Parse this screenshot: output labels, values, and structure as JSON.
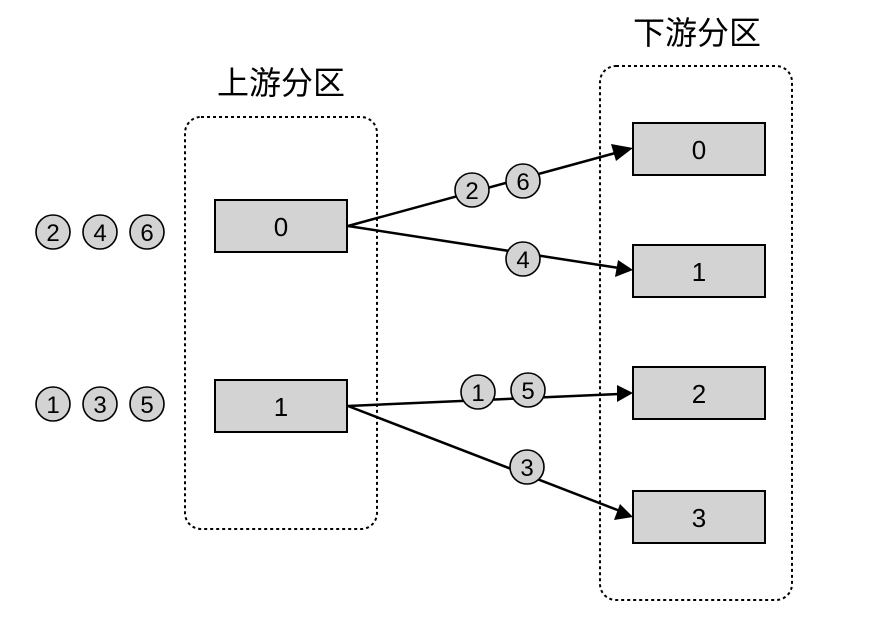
{
  "upstream": {
    "title": "上游分区",
    "partitions": [
      {
        "id": "up-0",
        "label": "0",
        "records": [
          "2",
          "4",
          "6"
        ]
      },
      {
        "id": "up-1",
        "label": "1",
        "records": [
          "1",
          "3",
          "5"
        ]
      }
    ]
  },
  "downstream": {
    "title": "下游分区",
    "partitions": [
      {
        "id": "down-0",
        "label": "0"
      },
      {
        "id": "down-1",
        "label": "1"
      },
      {
        "id": "down-2",
        "label": "2"
      },
      {
        "id": "down-3",
        "label": "3"
      }
    ]
  },
  "flows": [
    {
      "from": "up-0",
      "to": "down-0",
      "records": [
        "2",
        "6"
      ]
    },
    {
      "from": "up-0",
      "to": "down-1",
      "records": [
        "4"
      ]
    },
    {
      "from": "up-1",
      "to": "down-2",
      "records": [
        "1",
        "5"
      ]
    },
    {
      "from": "up-1",
      "to": "down-3",
      "records": [
        "3"
      ]
    }
  ],
  "colors": {
    "box_fill": "#d3d3d3",
    "stroke": "#000000",
    "background": "#ffffff"
  }
}
